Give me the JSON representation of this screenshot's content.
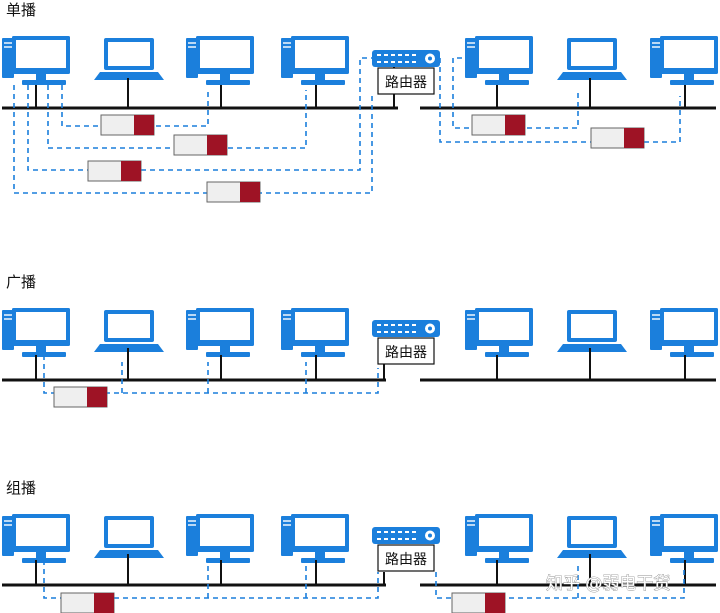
{
  "colors": {
    "device": "#1b7fdc",
    "device_dark": "#0e5ea8",
    "signal": "#1b7fdc",
    "bus": "#111111",
    "packet_fill": "#efefef",
    "packet_tag": "#9e1325"
  },
  "sections": [
    {
      "id": "unicast",
      "title": "单播",
      "router_label": "路由器",
      "devices": [
        "desktop-icon",
        "laptop-icon",
        "desktop-icon",
        "desktop-icon",
        "desktop-icon",
        "laptop-icon",
        "desktop-icon"
      ]
    },
    {
      "id": "broadcast",
      "title": "广播",
      "router_label": "路由器",
      "devices": [
        "desktop-icon",
        "laptop-icon",
        "desktop-icon",
        "desktop-icon",
        "desktop-icon",
        "laptop-icon",
        "desktop-icon"
      ]
    },
    {
      "id": "multicast",
      "title": "组播",
      "router_label": "路由器",
      "devices": [
        "desktop-icon",
        "laptop-icon",
        "desktop-icon",
        "desktop-icon",
        "desktop-icon",
        "laptop-icon",
        "desktop-icon"
      ]
    }
  ],
  "watermark": "知乎 @弱电干货"
}
